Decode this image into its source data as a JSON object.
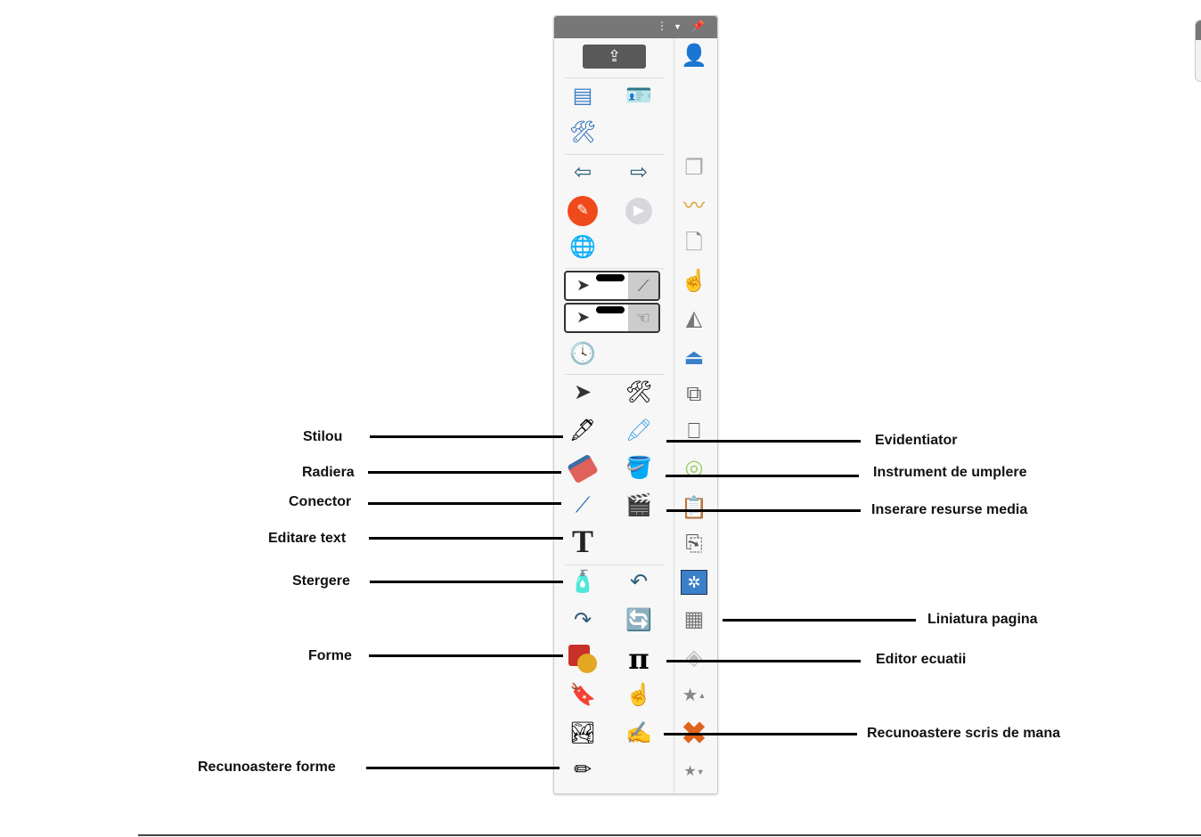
{
  "toolbar": {
    "header_icons": [
      "more-vertical-icon",
      "dropdown-icon",
      "pin-icon"
    ],
    "left_icons": [
      "share-icon",
      "form-icon",
      "id-card-icon",
      "settings-screen-icon",
      "previous-page-icon",
      "next-page-icon",
      "record-icon",
      "play-icon",
      "globe-icon",
      "pen-mode-selector",
      "touch-mode-selector",
      "clock-icon",
      "select-arrow-icon",
      "tools-icon",
      "pen-icon",
      "highlighter-icon",
      "eraser-icon",
      "fill-bucket-icon",
      "connector-icon",
      "media-icon",
      "text-icon",
      "clear-spray-icon",
      "undo-icon",
      "redo-icon",
      "page-refresh-icon",
      "shapes-icon",
      "pi-icon",
      "stamp-icon",
      "hand-cursor-icon",
      "image-icon",
      "handwriting-recognition-icon",
      "shape-recognition-icon"
    ],
    "right_icons": [
      "user-pen-icon",
      "copy-icon",
      "clear-ink-icon",
      "clear-page-icon",
      "drag-objects-icon",
      "geometry-icon",
      "upload-icon",
      "group-icon",
      "switch-icon",
      "color-pen-icon",
      "clipboard-icon",
      "paste-icon",
      "freeze-icon",
      "grid-pencil-icon",
      "layers-icon",
      "favorite-up-icon",
      "delete-icon",
      "favorite-down-icon"
    ]
  },
  "annotations": {
    "left": [
      {
        "label": "Stilou"
      },
      {
        "label": "Radiera"
      },
      {
        "label": "Conector"
      },
      {
        "label": "Editare text"
      },
      {
        "label": "Stergere"
      },
      {
        "label": "Forme"
      },
      {
        "label": "Recunoastere forme"
      }
    ],
    "right": [
      {
        "label": "Evidentiator"
      },
      {
        "label": "Instrument de umplere"
      },
      {
        "label": "Inserare resurse media"
      },
      {
        "label": "Liniatura pagina"
      },
      {
        "label": "Editor ecuatii"
      },
      {
        "label": "Recunoastere scris de mana"
      }
    ]
  },
  "colors": {
    "header": "#777777",
    "record": "#f04a1c",
    "accent_blue": "#3a7fc9"
  }
}
